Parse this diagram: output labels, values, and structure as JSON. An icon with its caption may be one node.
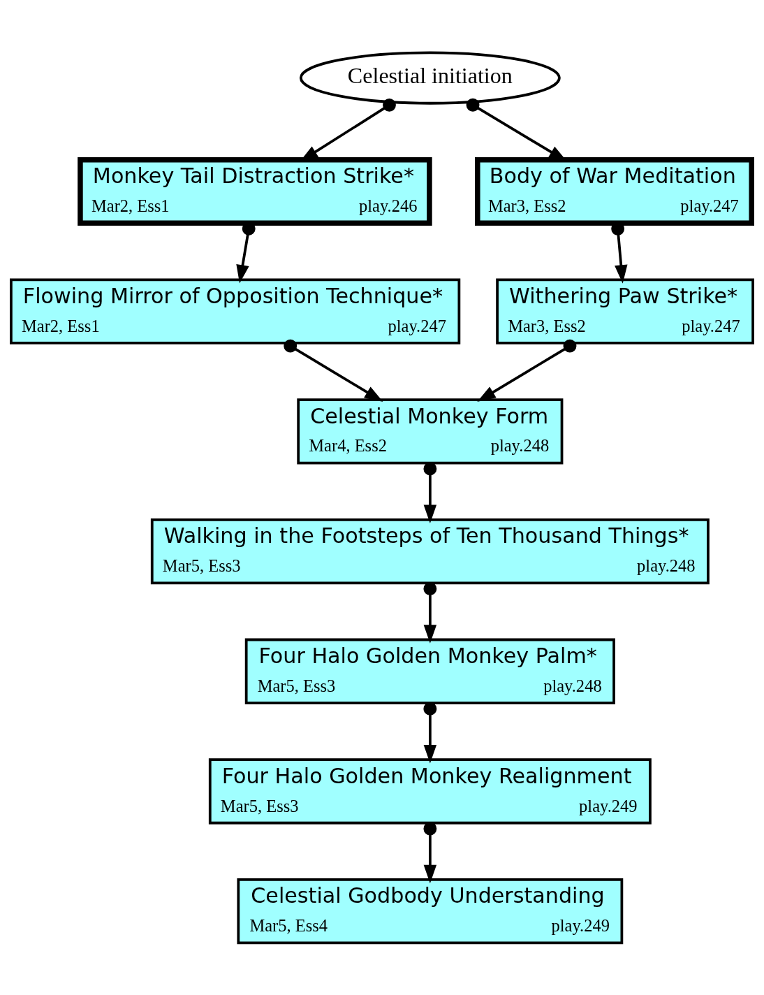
{
  "diagram": {
    "nodes": [
      {
        "text": [
          "Celestial initiation"
        ]
      },
      {
        "text": [
          "Monkey Tail Distraction Strike*",
          "Mar2, Ess1",
          "play.246"
        ]
      },
      {
        "text": [
          "Body of War Meditation",
          "Mar3, Ess2",
          "play.247"
        ]
      },
      {
        "text": [
          "Flowing Mirror of Opposition Technique*",
          "Mar2, Ess1",
          "play.247"
        ]
      },
      {
        "text": [
          "Withering Paw Strike*",
          "Mar3, Ess2",
          "play.247"
        ]
      },
      {
        "text": [
          "Celestial Monkey Form",
          "Mar4, Ess2",
          "play.248"
        ]
      },
      {
        "text": [
          "Walking in the Footsteps of Ten Thousand Things*",
          "Mar5, Ess3",
          "play.248"
        ]
      },
      {
        "text": [
          "Four Halo Golden Monkey Palm*",
          "Mar5, Ess3",
          "play.248"
        ]
      },
      {
        "text": [
          "Four Halo Golden Monkey Realignment",
          "Mar5, Ess3",
          "play.249"
        ]
      },
      {
        "text": [
          "Celestial Godbody Understanding",
          "Mar5, Ess4",
          "play.249"
        ]
      }
    ],
    "edges": [
      {
        "from": 0,
        "to": 1,
        "arrow": "to"
      },
      {
        "from": 0,
        "to": 2,
        "arrow": "to"
      },
      {
        "from": 1,
        "to": 3,
        "arrow": "to"
      },
      {
        "from": 2,
        "to": 4,
        "arrow": "to"
      },
      {
        "from": 3,
        "to": 5,
        "arrow": "to"
      },
      {
        "from": 4,
        "to": 5,
        "arrow": "to"
      },
      {
        "from": 5,
        "to": 6,
        "arrow": "to"
      },
      {
        "from": 6,
        "to": 7,
        "arrow": "to"
      },
      {
        "from": 7,
        "to": 8,
        "arrow": "to"
      },
      {
        "from": 8,
        "to": 9,
        "arrow": "to"
      }
    ]
  }
}
